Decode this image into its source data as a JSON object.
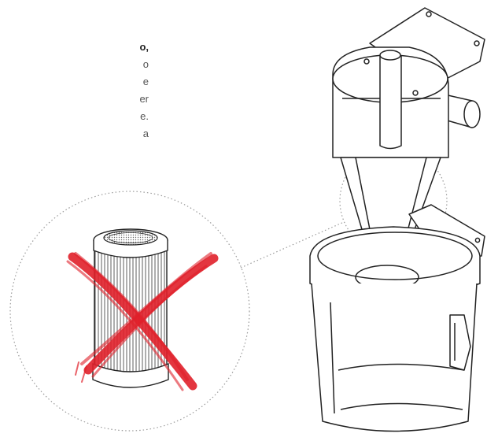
{
  "text_fragments": [
    {
      "text": "o,",
      "bold": true
    },
    {
      "text": "o",
      "bold": false
    },
    {
      "text": "e",
      "bold": false
    },
    {
      "text": "er",
      "bold": false
    },
    {
      "text": "e.",
      "bold": false
    },
    {
      "text": "a",
      "bold": false
    }
  ],
  "colors": {
    "line": "#222222",
    "dotted": "#9a9a9a",
    "cross": "#e0202a",
    "text": "#555555"
  },
  "icons": {
    "crossed_filter": "cartridge-filter-icon",
    "cross_mark": "red-x-mark-icon",
    "cyclone": "cyclone-separator-on-bucket-icon"
  }
}
